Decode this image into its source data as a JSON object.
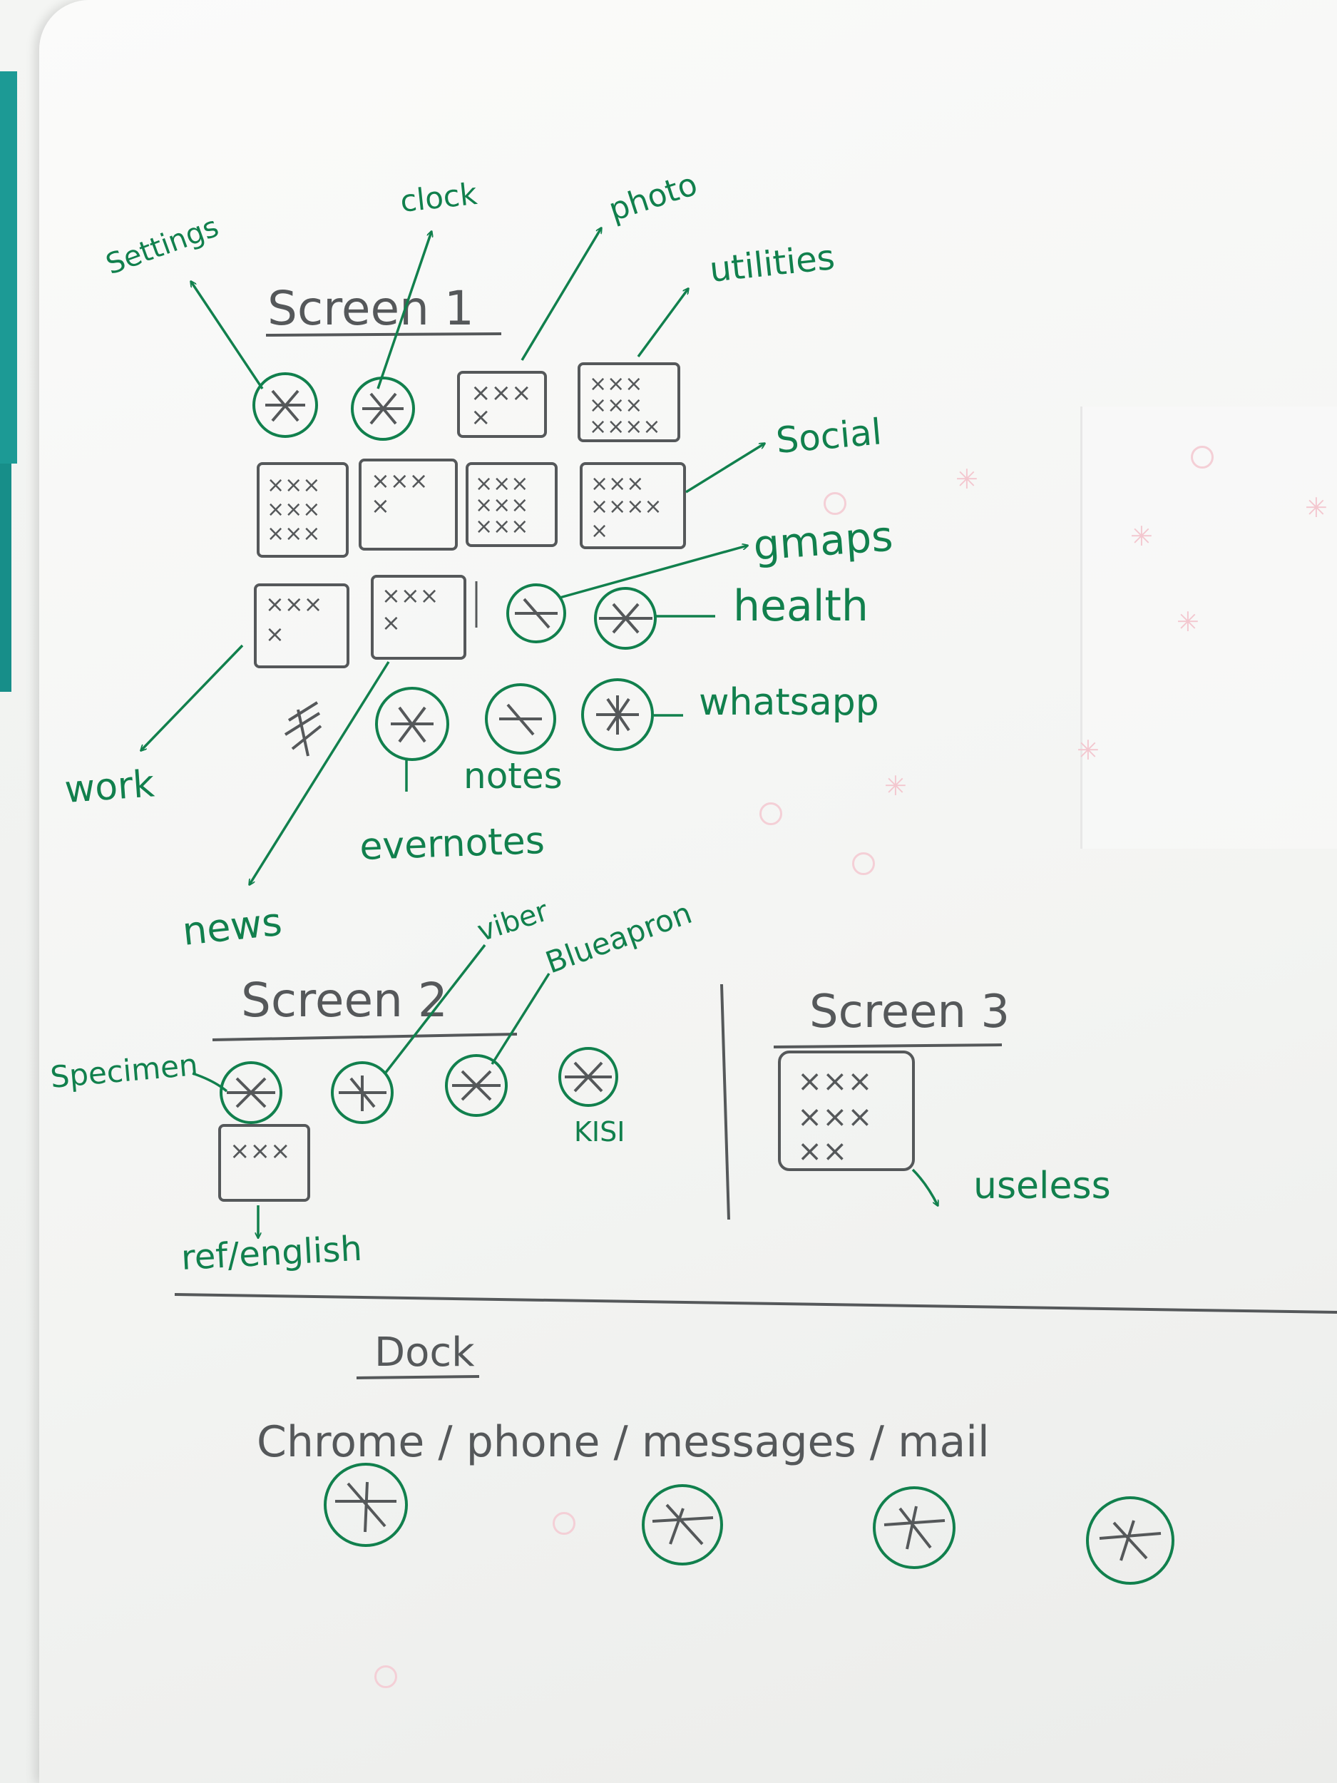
{
  "screen1": {
    "title": "Screen 1",
    "labels": {
      "settings": "Settings",
      "clock": "clock",
      "photo": "photo",
      "utilities": "utilities",
      "social": "Social",
      "gmaps": "gmaps",
      "health": "health",
      "whatsapp": "whatsapp",
      "work": "work",
      "notes": "notes",
      "evernotes": "evernotes",
      "news": "news"
    }
  },
  "screen2": {
    "title": "Screen 2",
    "labels": {
      "specimen": "Specimen",
      "viber": "viber",
      "blueapron": "Blueapron",
      "kisi": "KISI",
      "ref_english": "ref/english"
    }
  },
  "screen3": {
    "title": "Screen 3",
    "labels": {
      "useless": "useless"
    }
  },
  "dock": {
    "title": "Dock",
    "apps_line": "Chrome / phone / messages / mail"
  },
  "colors": {
    "green_ink": "#11804d",
    "pencil": "#55585a",
    "paper": "#f7f8f6",
    "tab": "#1c9a95"
  }
}
